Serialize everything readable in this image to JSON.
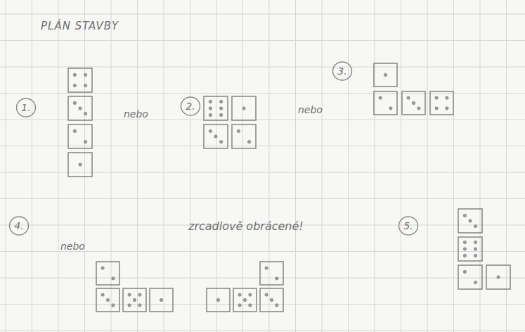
{
  "diagram": {
    "title": "PLÁN STAVBY",
    "nodes": [
      {
        "text": [
          "1."
        ]
      },
      {
        "text": [
          "2."
        ]
      },
      {
        "text": [
          "3."
        ]
      },
      {
        "text": [
          "4."
        ]
      },
      {
        "text": [
          "5."
        ]
      }
    ],
    "labels": [
      "nebo",
      "nebo",
      "zrcadlově obrácené!",
      "nebo"
    ]
  }
}
